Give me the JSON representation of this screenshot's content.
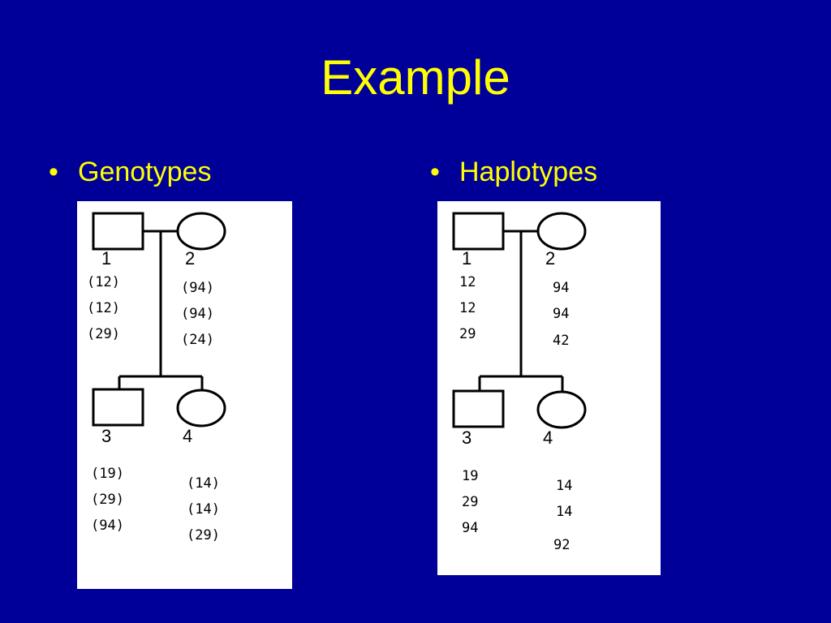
{
  "slide": {
    "title": "Example",
    "bullets": [
      "Genotypes",
      "Haplotypes"
    ],
    "bullet_glyph": "•",
    "background_color": "#000099",
    "text_color": "#FFFF00"
  },
  "pedigree_genotypes": {
    "individuals": [
      {
        "id": "1",
        "sex": "male",
        "alleles": [
          "(12)",
          "(12)",
          "(29)"
        ]
      },
      {
        "id": "2",
        "sex": "female",
        "alleles": [
          "(94)",
          "(94)",
          "(24)"
        ]
      },
      {
        "id": "3",
        "sex": "male",
        "alleles": [
          "(19)",
          "(29)",
          "(94)"
        ]
      },
      {
        "id": "4",
        "sex": "female",
        "alleles": [
          "(14)",
          "(14)",
          "(29)"
        ]
      }
    ]
  },
  "pedigree_haplotypes": {
    "individuals": [
      {
        "id": "1",
        "sex": "male",
        "alleles": [
          "12",
          "12",
          "29"
        ]
      },
      {
        "id": "2",
        "sex": "female",
        "alleles": [
          "94",
          "94",
          "42"
        ]
      },
      {
        "id": "3",
        "sex": "male",
        "alleles": [
          "19",
          "29",
          "94"
        ]
      },
      {
        "id": "4",
        "sex": "female",
        "alleles": [
          "14",
          "14",
          "92"
        ]
      }
    ]
  }
}
